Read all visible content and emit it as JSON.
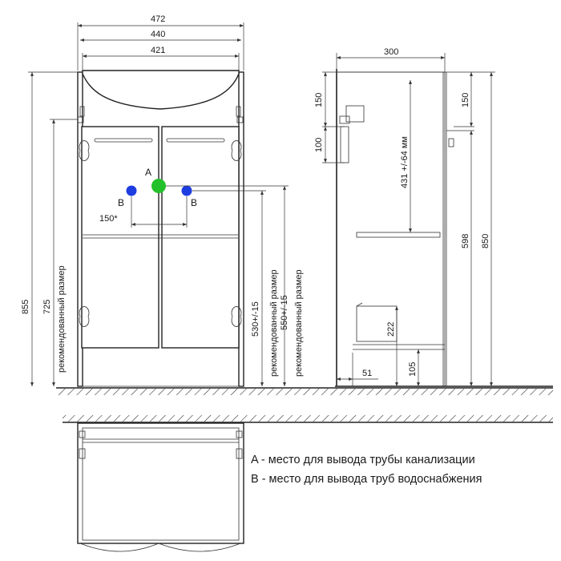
{
  "front_view": {
    "widths": {
      "total": "472",
      "body": "440",
      "basin": "421"
    },
    "heights": {
      "overall": "855",
      "recommended_left": "725"
    },
    "recommended_size_label": "рекомендованный размер",
    "pipes": {
      "drain_label": "A",
      "water_label": "B",
      "spacing": "150*"
    },
    "pipe_heights": {
      "water": "530+/-15",
      "drain": "550+/-15"
    },
    "colors": {
      "drain": "#22c02a",
      "water": "#1d3de0"
    }
  },
  "side_view": {
    "depth": "300",
    "top_offsets": {
      "left": "150",
      "right": "150"
    },
    "drain_block": "100",
    "drain_range": "431 +/-64 мм",
    "heights": {
      "shelf": "598",
      "overall": "850",
      "drawer": "222",
      "plinth": "105"
    },
    "plinth_depth": "51"
  },
  "legend": {
    "a": "A - место для вывода трубы канализации",
    "b": "B - место для вывода труб водоснабжения"
  }
}
